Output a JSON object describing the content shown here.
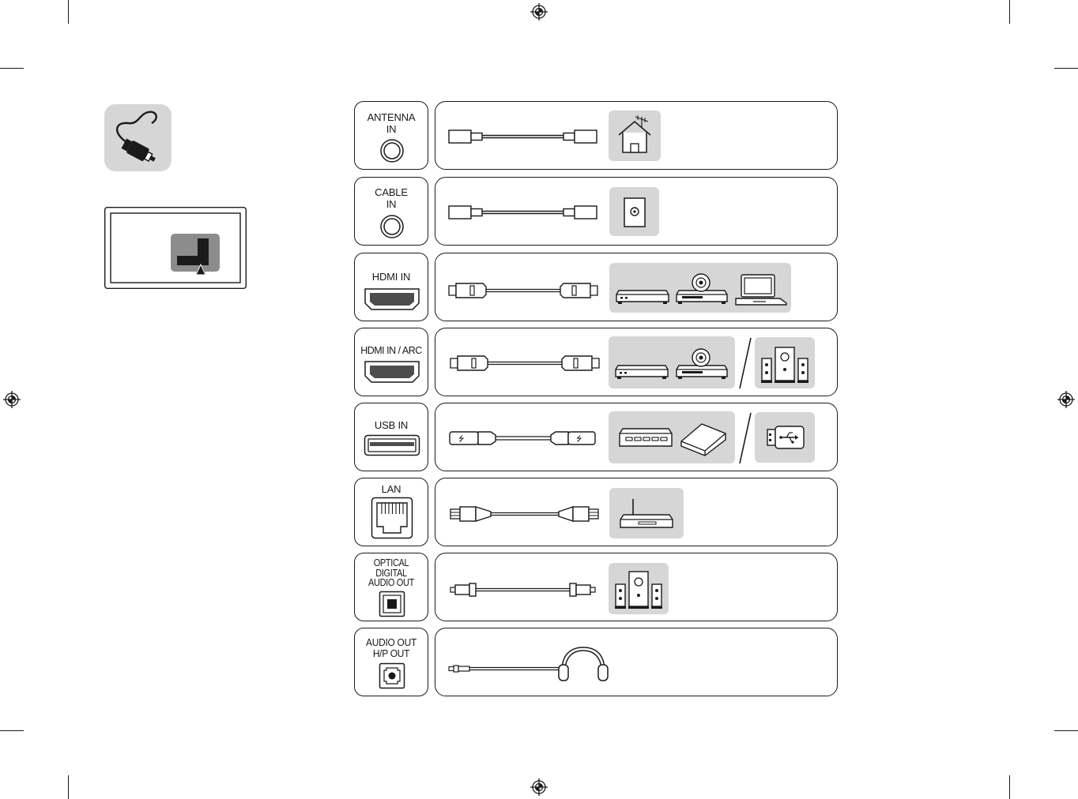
{
  "colors": {
    "stroke": "#1a1a1a",
    "device_bg": "#d6d6d6",
    "port_fill": "#4d4d4d",
    "background": "#ffffff"
  },
  "icons": {
    "header": "cable-plug-icon",
    "tv_panel": "tv-back-panel-icon",
    "registration": "registration-mark-icon"
  },
  "ports": [
    {
      "id": "antenna",
      "label_lines": [
        "ANTENNA",
        "IN"
      ],
      "jack": "coax-jack-icon",
      "cable": "coaxial-cable-icon",
      "devices": [
        "antenna-house-icon"
      ]
    },
    {
      "id": "cable",
      "label_lines": [
        "CABLE",
        "IN"
      ],
      "jack": "coax-jack-icon",
      "cable": "coaxial-cable-icon",
      "devices": [
        "wall-outlet-icon"
      ]
    },
    {
      "id": "hdmi",
      "label_lines": [
        "HDMI IN"
      ],
      "jack": "hdmi-port-icon",
      "cable": "hdmi-cable-icon",
      "devices": [
        "set-top-box-icon",
        "disc-player-icon",
        "laptop-icon"
      ]
    },
    {
      "id": "hdmi-arc",
      "label_lines": [
        "HDMI IN / ARC"
      ],
      "jack": "hdmi-port-icon",
      "cable": "hdmi-cable-icon",
      "devices": [
        "set-top-box-icon",
        "disc-player-icon",
        "speaker-system-icon"
      ]
    },
    {
      "id": "usb",
      "label_lines": [
        "USB IN"
      ],
      "jack": "usb-port-icon",
      "cable": "usb-cable-icon",
      "devices": [
        "usb-hub-icon",
        "external-drive-icon",
        "usb-stick-icon"
      ]
    },
    {
      "id": "lan",
      "label_lines": [
        "LAN"
      ],
      "jack": "ethernet-port-icon",
      "cable": "ethernet-cable-icon",
      "devices": [
        "router-icon"
      ]
    },
    {
      "id": "optical",
      "label_lines": [
        "OPTICAL",
        "DIGITAL",
        "AUDIO OUT"
      ],
      "jack": "optical-port-icon",
      "cable": "optical-cable-icon",
      "devices": [
        "speaker-system-icon"
      ]
    },
    {
      "id": "audio",
      "label_lines": [
        "AUDIO OUT",
        "H/P OUT"
      ],
      "jack": "headphone-jack-icon",
      "cable": "audio-cable-icon",
      "devices": [
        "headphones-icon"
      ]
    }
  ]
}
